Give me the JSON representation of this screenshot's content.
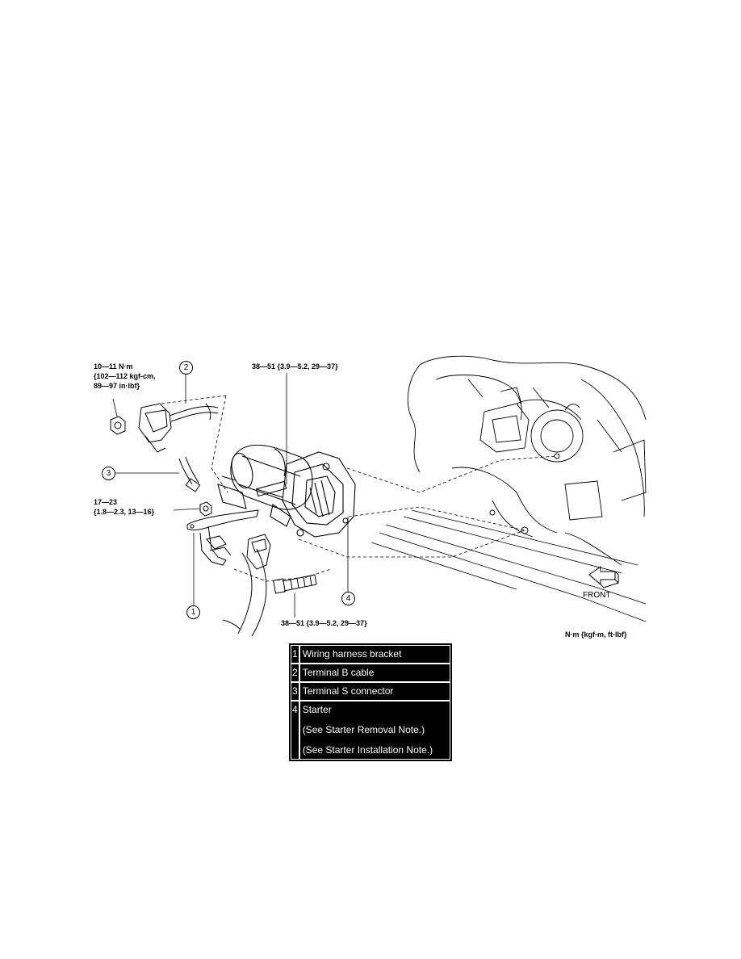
{
  "torque_labels": {
    "nut_terminal_b": [
      "10—11 N·m",
      "{102—112 kgf-cm,",
      "89—97 in·lbf}"
    ],
    "upper_bolt": "38—51 {3.9—5.2, 29—37}",
    "nut_terminal_s": [
      "17—23",
      "{1.8—2.3, 13—16}"
    ],
    "lower_bolt": "38—51 {3.9—5.2, 29—37}"
  },
  "units_note": "N·m {kgf-m, ft-lbf}",
  "front_label": "FRONT",
  "callouts": [
    "1",
    "2",
    "3",
    "4"
  ],
  "legend": [
    {
      "num": "1",
      "text": "Wiring harness bracket"
    },
    {
      "num": "2",
      "text": "Terminal B cable"
    },
    {
      "num": "3",
      "text": "Terminal S connector"
    },
    {
      "num": "4",
      "text": "Starter",
      "notes": [
        "(See Starter Removal Note.)",
        "(See Starter Installation Note.)"
      ]
    }
  ],
  "colors": {
    "line": "#000000",
    "legend_bg": "#000000",
    "legend_text": "#ffffff"
  }
}
